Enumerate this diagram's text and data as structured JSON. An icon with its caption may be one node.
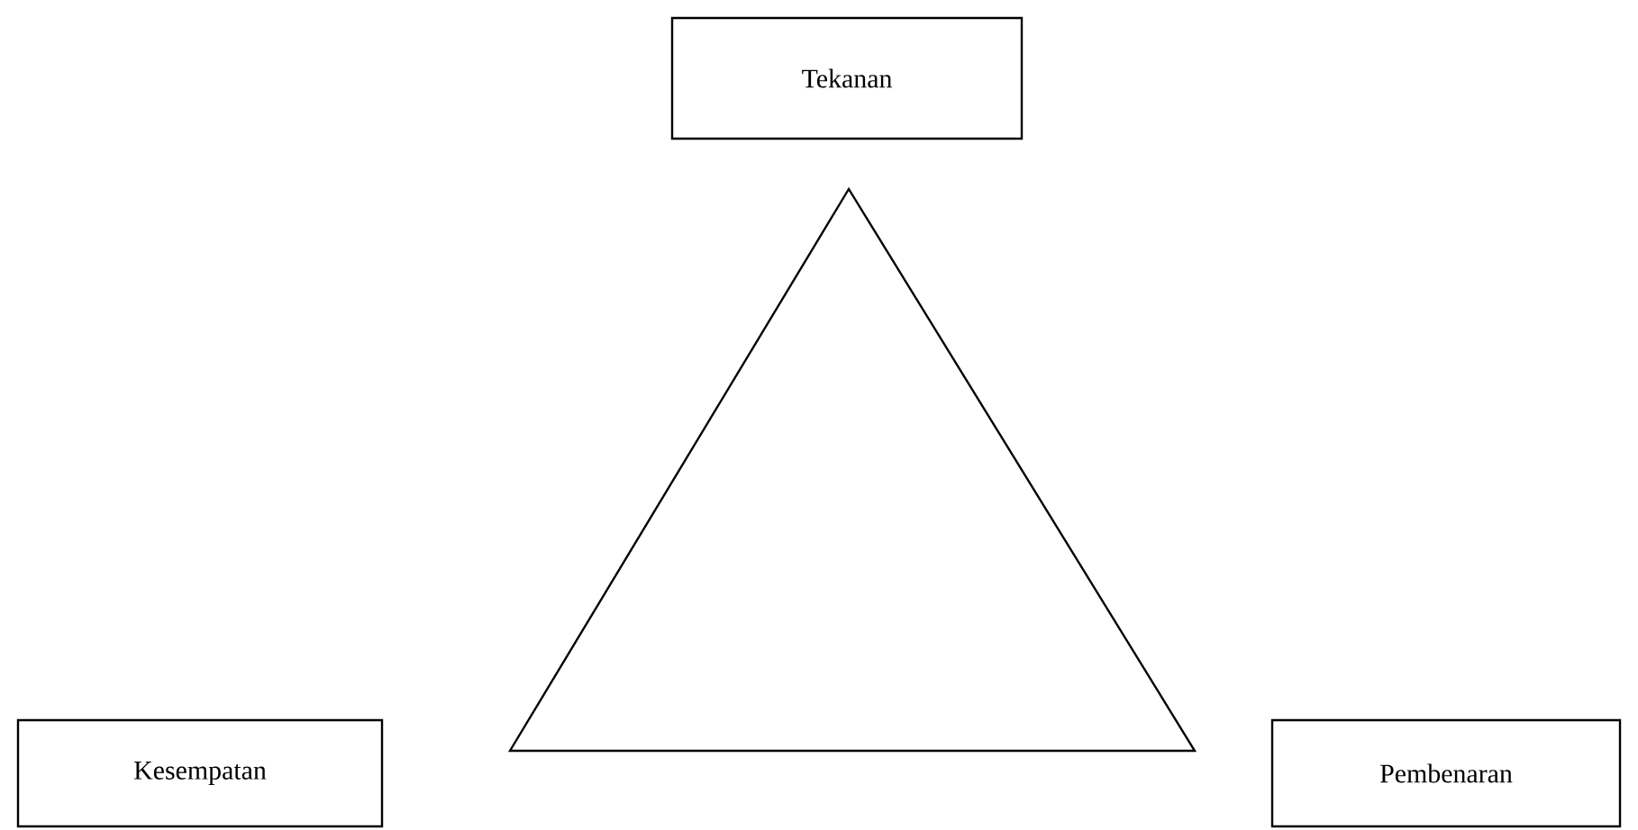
{
  "diagram": {
    "nodes": [
      {
        "text": [
          "Tekanan"
        ]
      },
      {
        "text": [
          "Kesempatan"
        ]
      },
      {
        "text": [
          "Pembenaran"
        ]
      },
      {
        "text": [],
        "shape": "triangle"
      }
    ]
  }
}
